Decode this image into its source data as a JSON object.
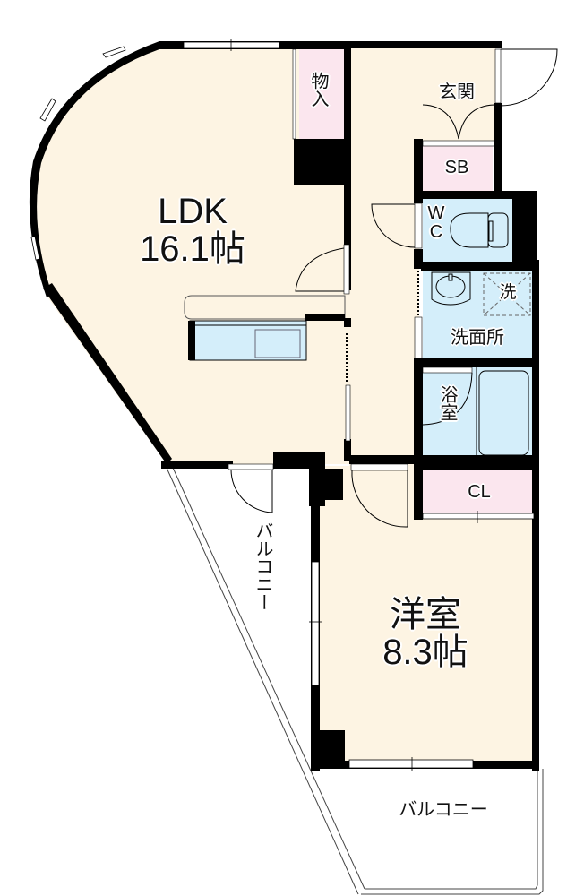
{
  "floorplan": {
    "colors": {
      "floor": "#fdf4e3",
      "wet_area": "#d4eefa",
      "storage": "#fbe6ee",
      "wall": "#000000",
      "outside": "#ffffff"
    },
    "rooms": {
      "ldk": {
        "name": "LDK",
        "size": "16.1帖"
      },
      "western_room": {
        "name": "洋室",
        "size": "8.3帖"
      },
      "storage_closet": {
        "name": "物入"
      },
      "entrance": {
        "name": "玄関"
      },
      "shoe_box": {
        "name": "SB"
      },
      "toilet": {
        "line1": "W",
        "line2": "C"
      },
      "washroom": {
        "name": "洗面所",
        "washer_mark": "洗"
      },
      "bathroom": {
        "name": "浴室"
      },
      "closet": {
        "name": "CL"
      },
      "balcony_side": {
        "name": "バルコニー"
      },
      "balcony_bottom": {
        "name": "バルコニー"
      }
    }
  }
}
